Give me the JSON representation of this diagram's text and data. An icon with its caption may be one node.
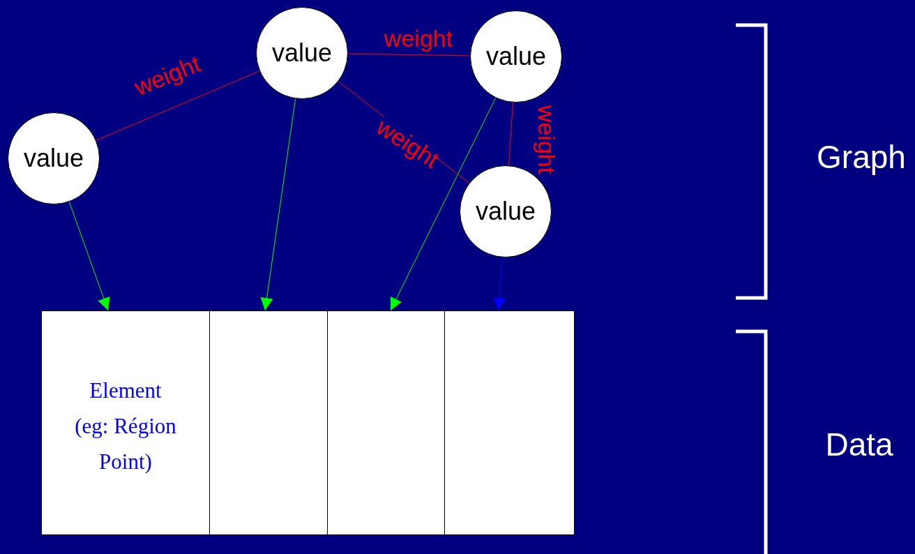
{
  "diagram": {
    "nodes": [
      {
        "text": [
          "value"
        ]
      },
      {
        "text": [
          "value"
        ]
      },
      {
        "text": [
          "value"
        ]
      },
      {
        "text": [
          "value"
        ]
      },
      {
        "text": [
          "Element (eg: Région Point)"
        ]
      },
      {
        "text": [],
        "shape": "box"
      },
      {
        "text": [],
        "shape": "box"
      },
      {
        "text": [],
        "shape": "box"
      }
    ],
    "edges": [
      {
        "from": 0,
        "to": 1,
        "arrow": "none",
        "label": "weight",
        "color": "#ff0000"
      },
      {
        "from": 1,
        "to": 2,
        "arrow": "none",
        "label": "weight",
        "color": "#ff0000"
      },
      {
        "from": 1,
        "to": 3,
        "arrow": "none",
        "label": "weight",
        "color": "#ff0000"
      },
      {
        "from": 2,
        "to": 3,
        "arrow": "none",
        "label": "weight",
        "color": "#ff0000"
      },
      {
        "from": 0,
        "to": 4,
        "arrow": "to",
        "color": "#00ff00"
      },
      {
        "from": 1,
        "to": 5,
        "arrow": "to",
        "color": "#00ff00"
      },
      {
        "from": 2,
        "to": 6,
        "arrow": "to",
        "color": "#00ff00"
      },
      {
        "from": 3,
        "to": 7,
        "arrow": "to",
        "color": "#0000ff"
      }
    ],
    "labels": [
      "Graph",
      "Data"
    ]
  }
}
